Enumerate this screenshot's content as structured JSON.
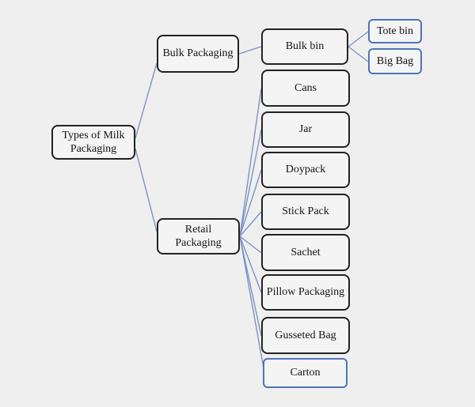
{
  "diagram": {
    "nodes": {
      "root": {
        "label": "Types of Milk Packaging"
      },
      "bulk_packaging": {
        "label": "Bulk Packaging"
      },
      "retail_packaging": {
        "label": "Retail Packaging"
      },
      "bulk_bin": {
        "label": "Bulk bin"
      },
      "tote_bin": {
        "label": "Tote bin"
      },
      "big_bag": {
        "label": "Big Bag"
      },
      "cans": {
        "label": "Cans"
      },
      "jar": {
        "label": "Jar"
      },
      "doypack": {
        "label": "Doypack"
      },
      "stick_pack": {
        "label": "Stick Pack"
      },
      "sachet": {
        "label": "Sachet"
      },
      "pillow_packaging": {
        "label": "Pillow Packaging"
      },
      "gusseted_bag": {
        "label": "Gusseted Bag"
      },
      "carton": {
        "label": "Carton"
      }
    },
    "edges": [
      {
        "from": "root",
        "to": "bulk_packaging"
      },
      {
        "from": "root",
        "to": "retail_packaging"
      },
      {
        "from": "bulk_packaging",
        "to": "bulk_bin"
      },
      {
        "from": "bulk_bin",
        "to": "tote_bin"
      },
      {
        "from": "bulk_bin",
        "to": "big_bag"
      },
      {
        "from": "retail_packaging",
        "to": "cans"
      },
      {
        "from": "retail_packaging",
        "to": "jar"
      },
      {
        "from": "retail_packaging",
        "to": "doypack"
      },
      {
        "from": "retail_packaging",
        "to": "stick_pack"
      },
      {
        "from": "retail_packaging",
        "to": "sachet"
      },
      {
        "from": "retail_packaging",
        "to": "pillow_packaging"
      },
      {
        "from": "retail_packaging",
        "to": "gusseted_bag"
      },
      {
        "from": "retail_packaging",
        "to": "carton"
      }
    ],
    "colors": {
      "background": "#efefef",
      "node_fill": "#f4f4f4",
      "black_border": "#222222",
      "blue_border": "#4d74b9",
      "connector_line": "#7b93c6"
    }
  }
}
